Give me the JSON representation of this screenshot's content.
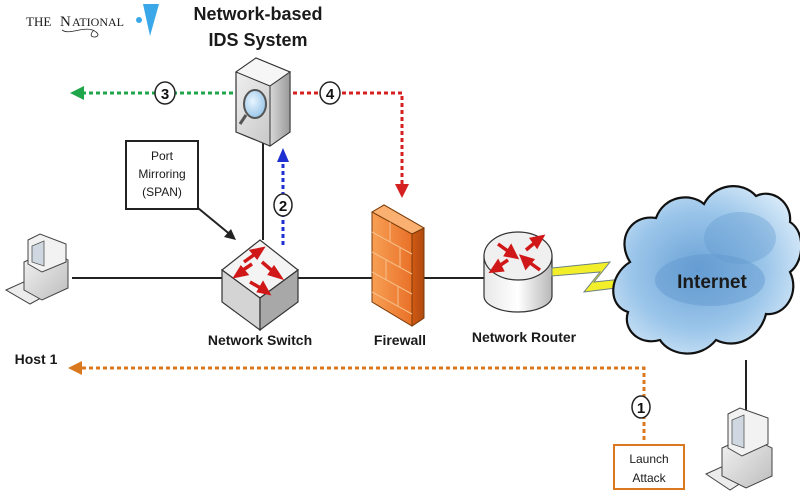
{
  "logo": {
    "text_the": "THE",
    "text_n": "N",
    "text_ational": "ATIONAL",
    "brand_color": "#3aa8e8"
  },
  "title": {
    "line1": "Network-based",
    "line2": "IDS System"
  },
  "nodes": {
    "host1": "Host 1",
    "switch": "Network Switch",
    "firewall": "Firewall",
    "router": "Network Router",
    "internet": "Internet"
  },
  "callouts": {
    "port_mirroring_line1": "Port",
    "port_mirroring_line2": "Mirroring",
    "port_mirroring_line3": "(SPAN)",
    "launch_line1": "Launch",
    "launch_line2": "Attack"
  },
  "steps": {
    "s1": "1",
    "s2": "2",
    "s3": "3",
    "s4": "4"
  },
  "colors": {
    "step1_attack": "#d9781f",
    "step2_mirror": "#1f2fd0",
    "step3_alert": "#1fa64a",
    "step4_block": "#d42020",
    "firewall": "#f07a2a",
    "cloud": "#8fbde6",
    "device_red": "#d01818"
  }
}
